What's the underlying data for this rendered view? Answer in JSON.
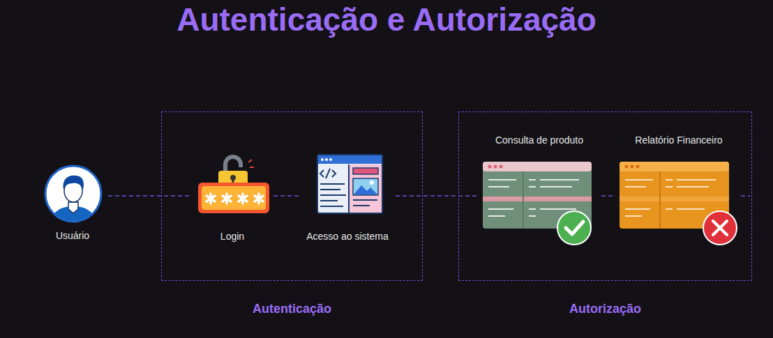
{
  "diagram": {
    "title": "Autenticação e Autorização",
    "nodes": [
      {
        "text": [
          "Usuário"
        ]
      },
      {
        "text": [
          "Autenticação"
        ]
      },
      {
        "text": [
          "Login"
        ],
        "in": 1
      },
      {
        "text": [
          "Acesso ao sistema"
        ],
        "in": 1
      },
      {
        "text": [
          "Autorização"
        ]
      },
      {
        "text": [
          "Consulta de produto"
        ],
        "in": 4
      },
      {
        "text": [
          "Relatório Financeiro"
        ],
        "in": 4
      }
    ],
    "edges": [
      {
        "from": 0,
        "to": 2,
        "arrow": "none"
      },
      {
        "from": 2,
        "to": 3,
        "arrow": "none"
      },
      {
        "from": 3,
        "to": 5,
        "arrow": "none"
      },
      {
        "from": 5,
        "to": 6,
        "arrow": "none"
      }
    ]
  }
}
